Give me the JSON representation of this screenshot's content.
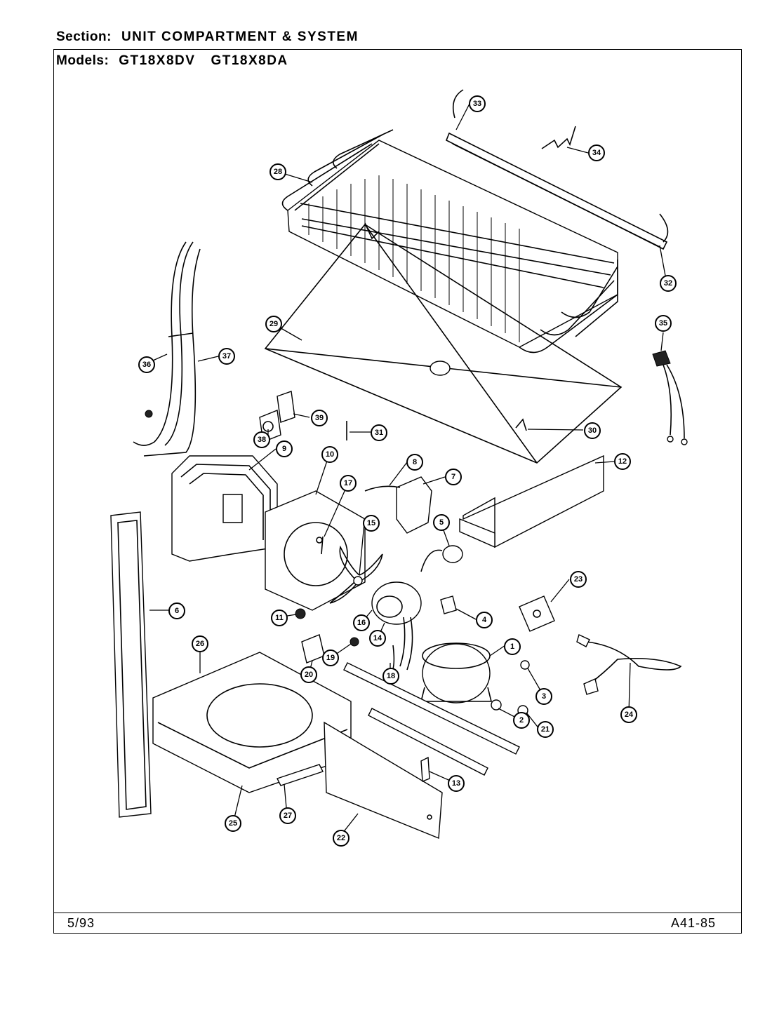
{
  "header": {
    "section_label": "Section:",
    "section_value": "UNIT COMPARTMENT & SYSTEM",
    "models_label": "Models:",
    "models": [
      "GT18X8DV",
      "GT18X8DA"
    ]
  },
  "footer": {
    "date": "5/93",
    "drawing_code": "A41-85"
  },
  "callouts": [
    "1",
    "2",
    "3",
    "4",
    "5",
    "6",
    "7",
    "8",
    "9",
    "10",
    "11",
    "12",
    "13",
    "14",
    "15",
    "16",
    "17",
    "18",
    "19",
    "20",
    "21",
    "22",
    "23",
    "24",
    "25",
    "26",
    "27",
    "28",
    "29",
    "30",
    "31",
    "32",
    "33",
    "34",
    "35",
    "36",
    "37",
    "38",
    "39"
  ]
}
